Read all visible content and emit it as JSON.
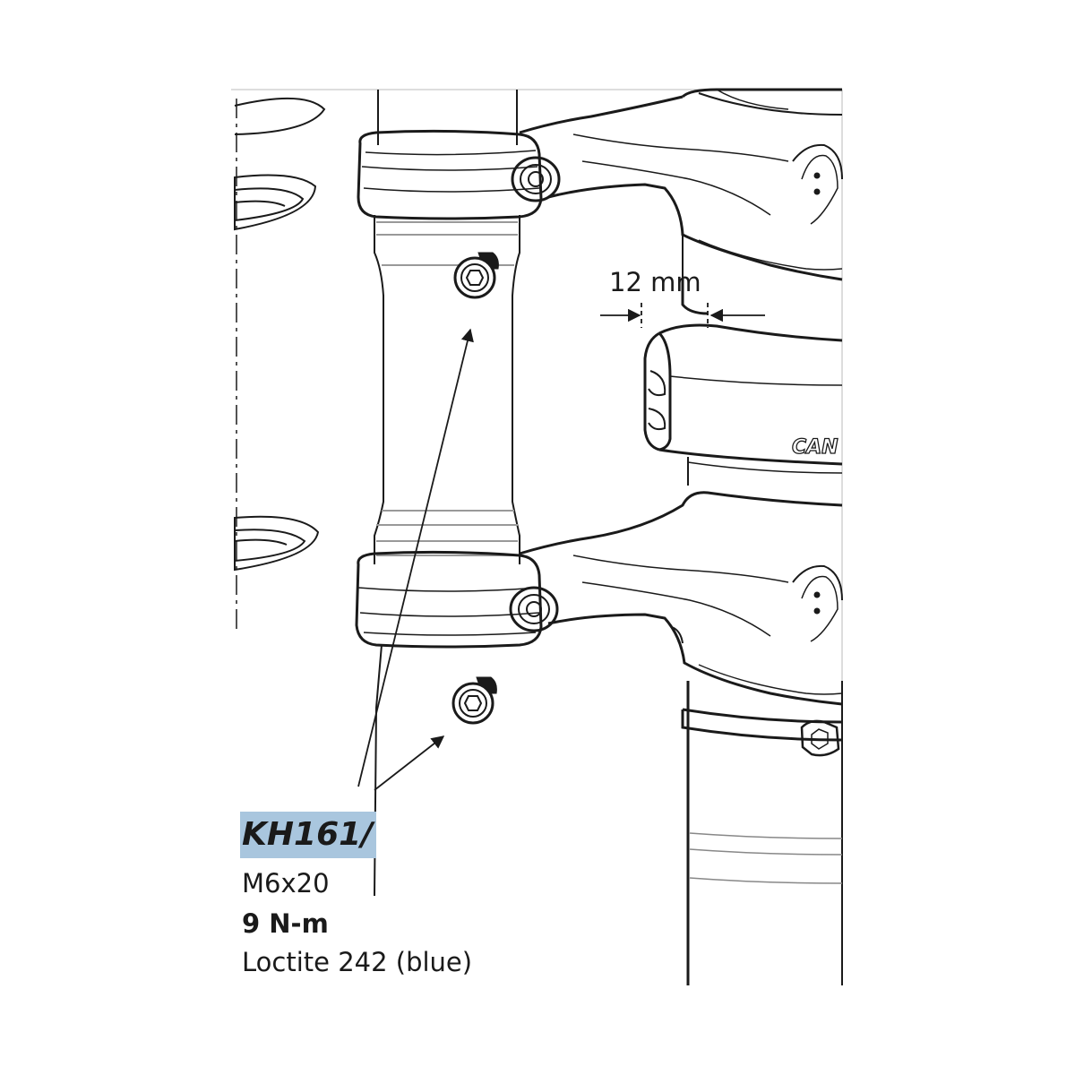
{
  "callout": {
    "part_number": "KH161/",
    "bolt_size": "M6x20",
    "torque": "9 N-m",
    "threadlocker": "Loctite 242 (blue)"
  },
  "dimension": {
    "label": "12 mm"
  },
  "brand_mark": {
    "text": "CAN"
  },
  "colors": {
    "highlight": "#a9c6de",
    "line": "#1a1a1a"
  }
}
